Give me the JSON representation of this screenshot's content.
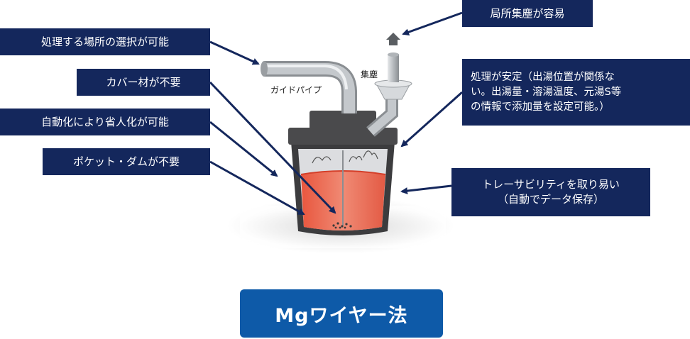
{
  "callouts": {
    "pour_location": "処理する場所の選択が可能",
    "no_cover": "カバー材が不要",
    "automation": "自動化により省人化が可能",
    "no_pocket": "ポケット・ダムが不要",
    "dust": "局所集塵が容易",
    "stable_line1": "処理が安定（出湯位置が関係な",
    "stable_line2": "い。出湯量・溶湯温度、元湯S等",
    "stable_line3": "の情報で添加量を設定可能。）",
    "trace_line1": "トレーサビリティを取り易い",
    "trace_line2": "（自動でデータ保存）"
  },
  "labels": {
    "guide_pipe": "ガイドパイプ",
    "dust_collector": "集塵"
  },
  "title": "Mgワイヤー法",
  "colors": {
    "callout_bg": "#14275c",
    "title_bg": "#0e5aa8",
    "molten_metal": "#e8624a",
    "lid": "#4a4a4c",
    "pipe": "#b8bcc0"
  }
}
